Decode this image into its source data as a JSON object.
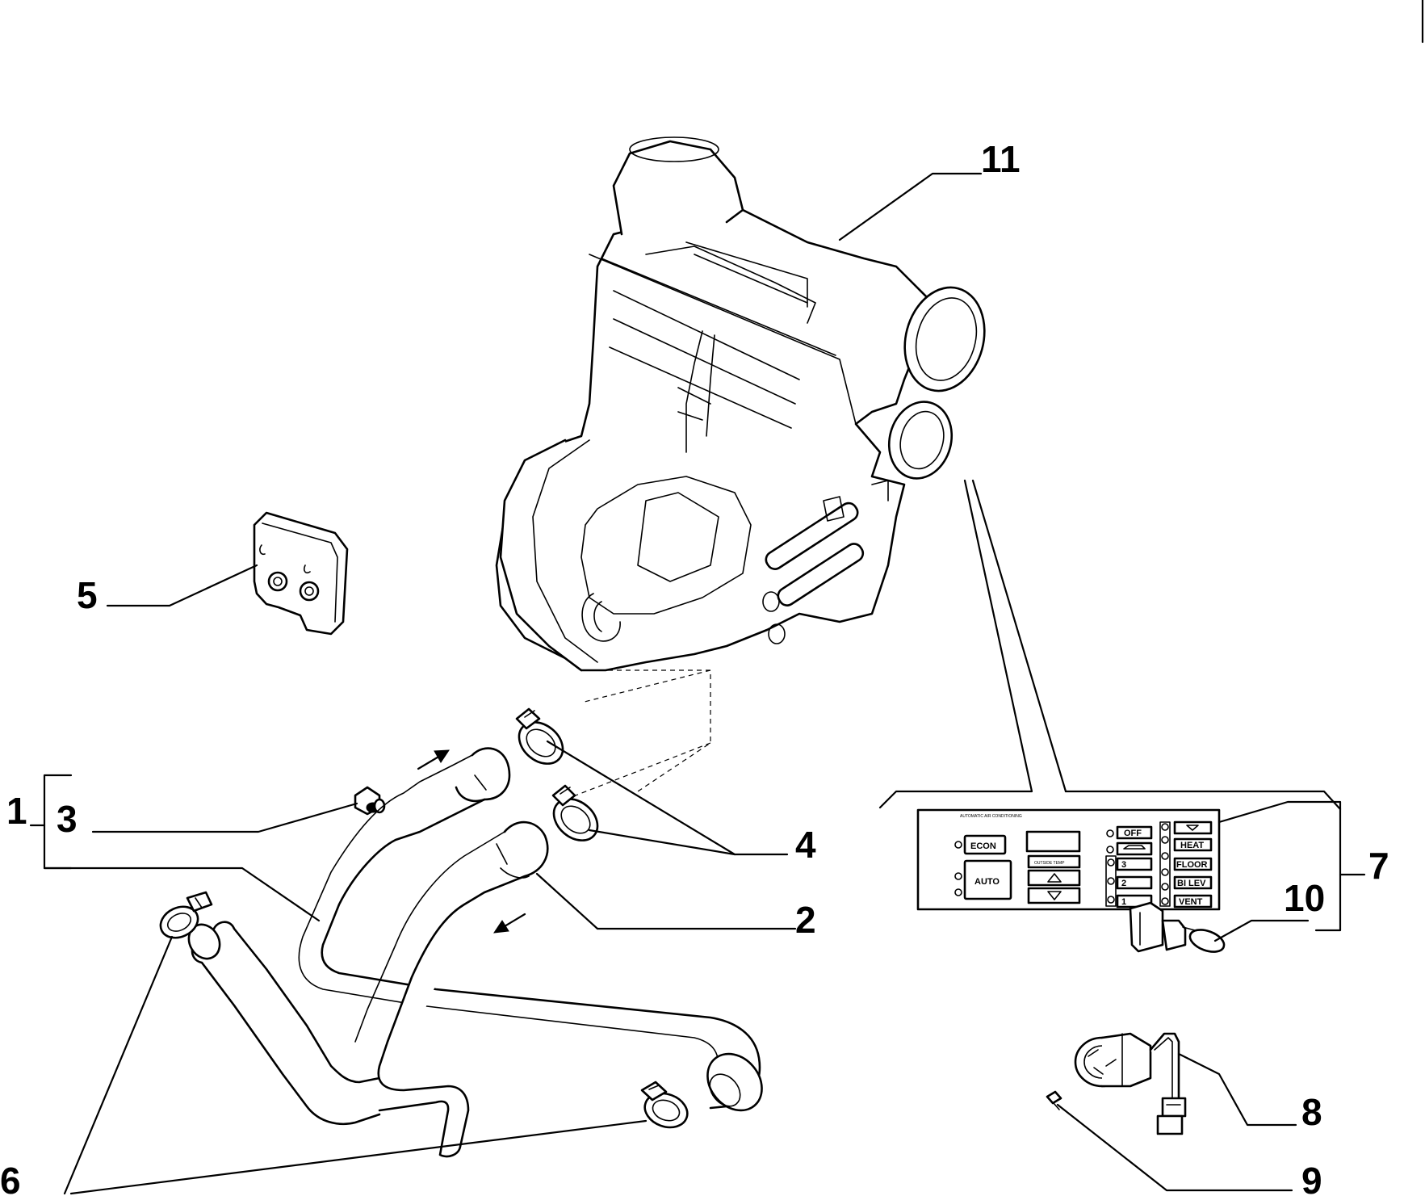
{
  "callouts": {
    "c1": "1",
    "c2": "2",
    "c3": "3",
    "c4": "4",
    "c5": "5",
    "c6": "6",
    "c7": "7",
    "c8": "8",
    "c9": "9",
    "c10": "10",
    "c11": "11"
  },
  "panel": {
    "header": "AUTOMATIC AIR CONDITIONING",
    "econ": "ECON",
    "auto": "AUTO",
    "outside_temp": "OUTSIDE TEMP",
    "off": "OFF",
    "speed3": "3",
    "speed2": "2",
    "speed1": "1",
    "heat": "HEAT",
    "floor": "FLOOR",
    "bilev": "BI LEV",
    "vent": "VENT"
  }
}
